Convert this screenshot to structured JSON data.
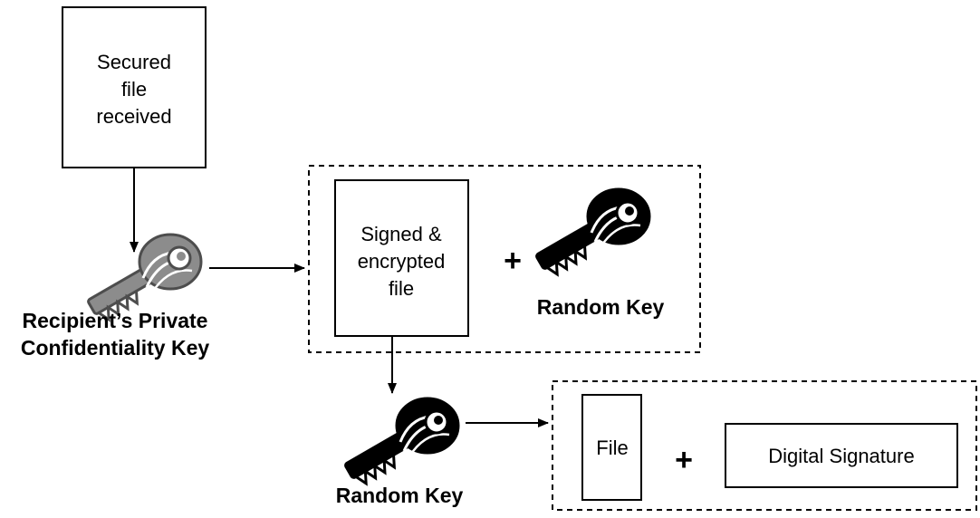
{
  "secured_box": {
    "lines": [
      "Secured",
      "file",
      "received"
    ]
  },
  "private_key": {
    "icon": "key-icon",
    "caption_lines": [
      "Recipient’s Private",
      "Confidentiality Key"
    ],
    "color": "#808080"
  },
  "signed_group": {
    "box_lines": [
      "Signed &",
      "encrypted",
      "file"
    ],
    "plus": "+",
    "key_icon": "key-icon",
    "key_label": "Random Key",
    "key_color": "#000000"
  },
  "random_key_middle": {
    "icon": "key-icon",
    "label": "Random Key",
    "color": "#000000"
  },
  "result_group": {
    "file_label": "File",
    "plus": "+",
    "signature_label": "Digital Signature"
  }
}
